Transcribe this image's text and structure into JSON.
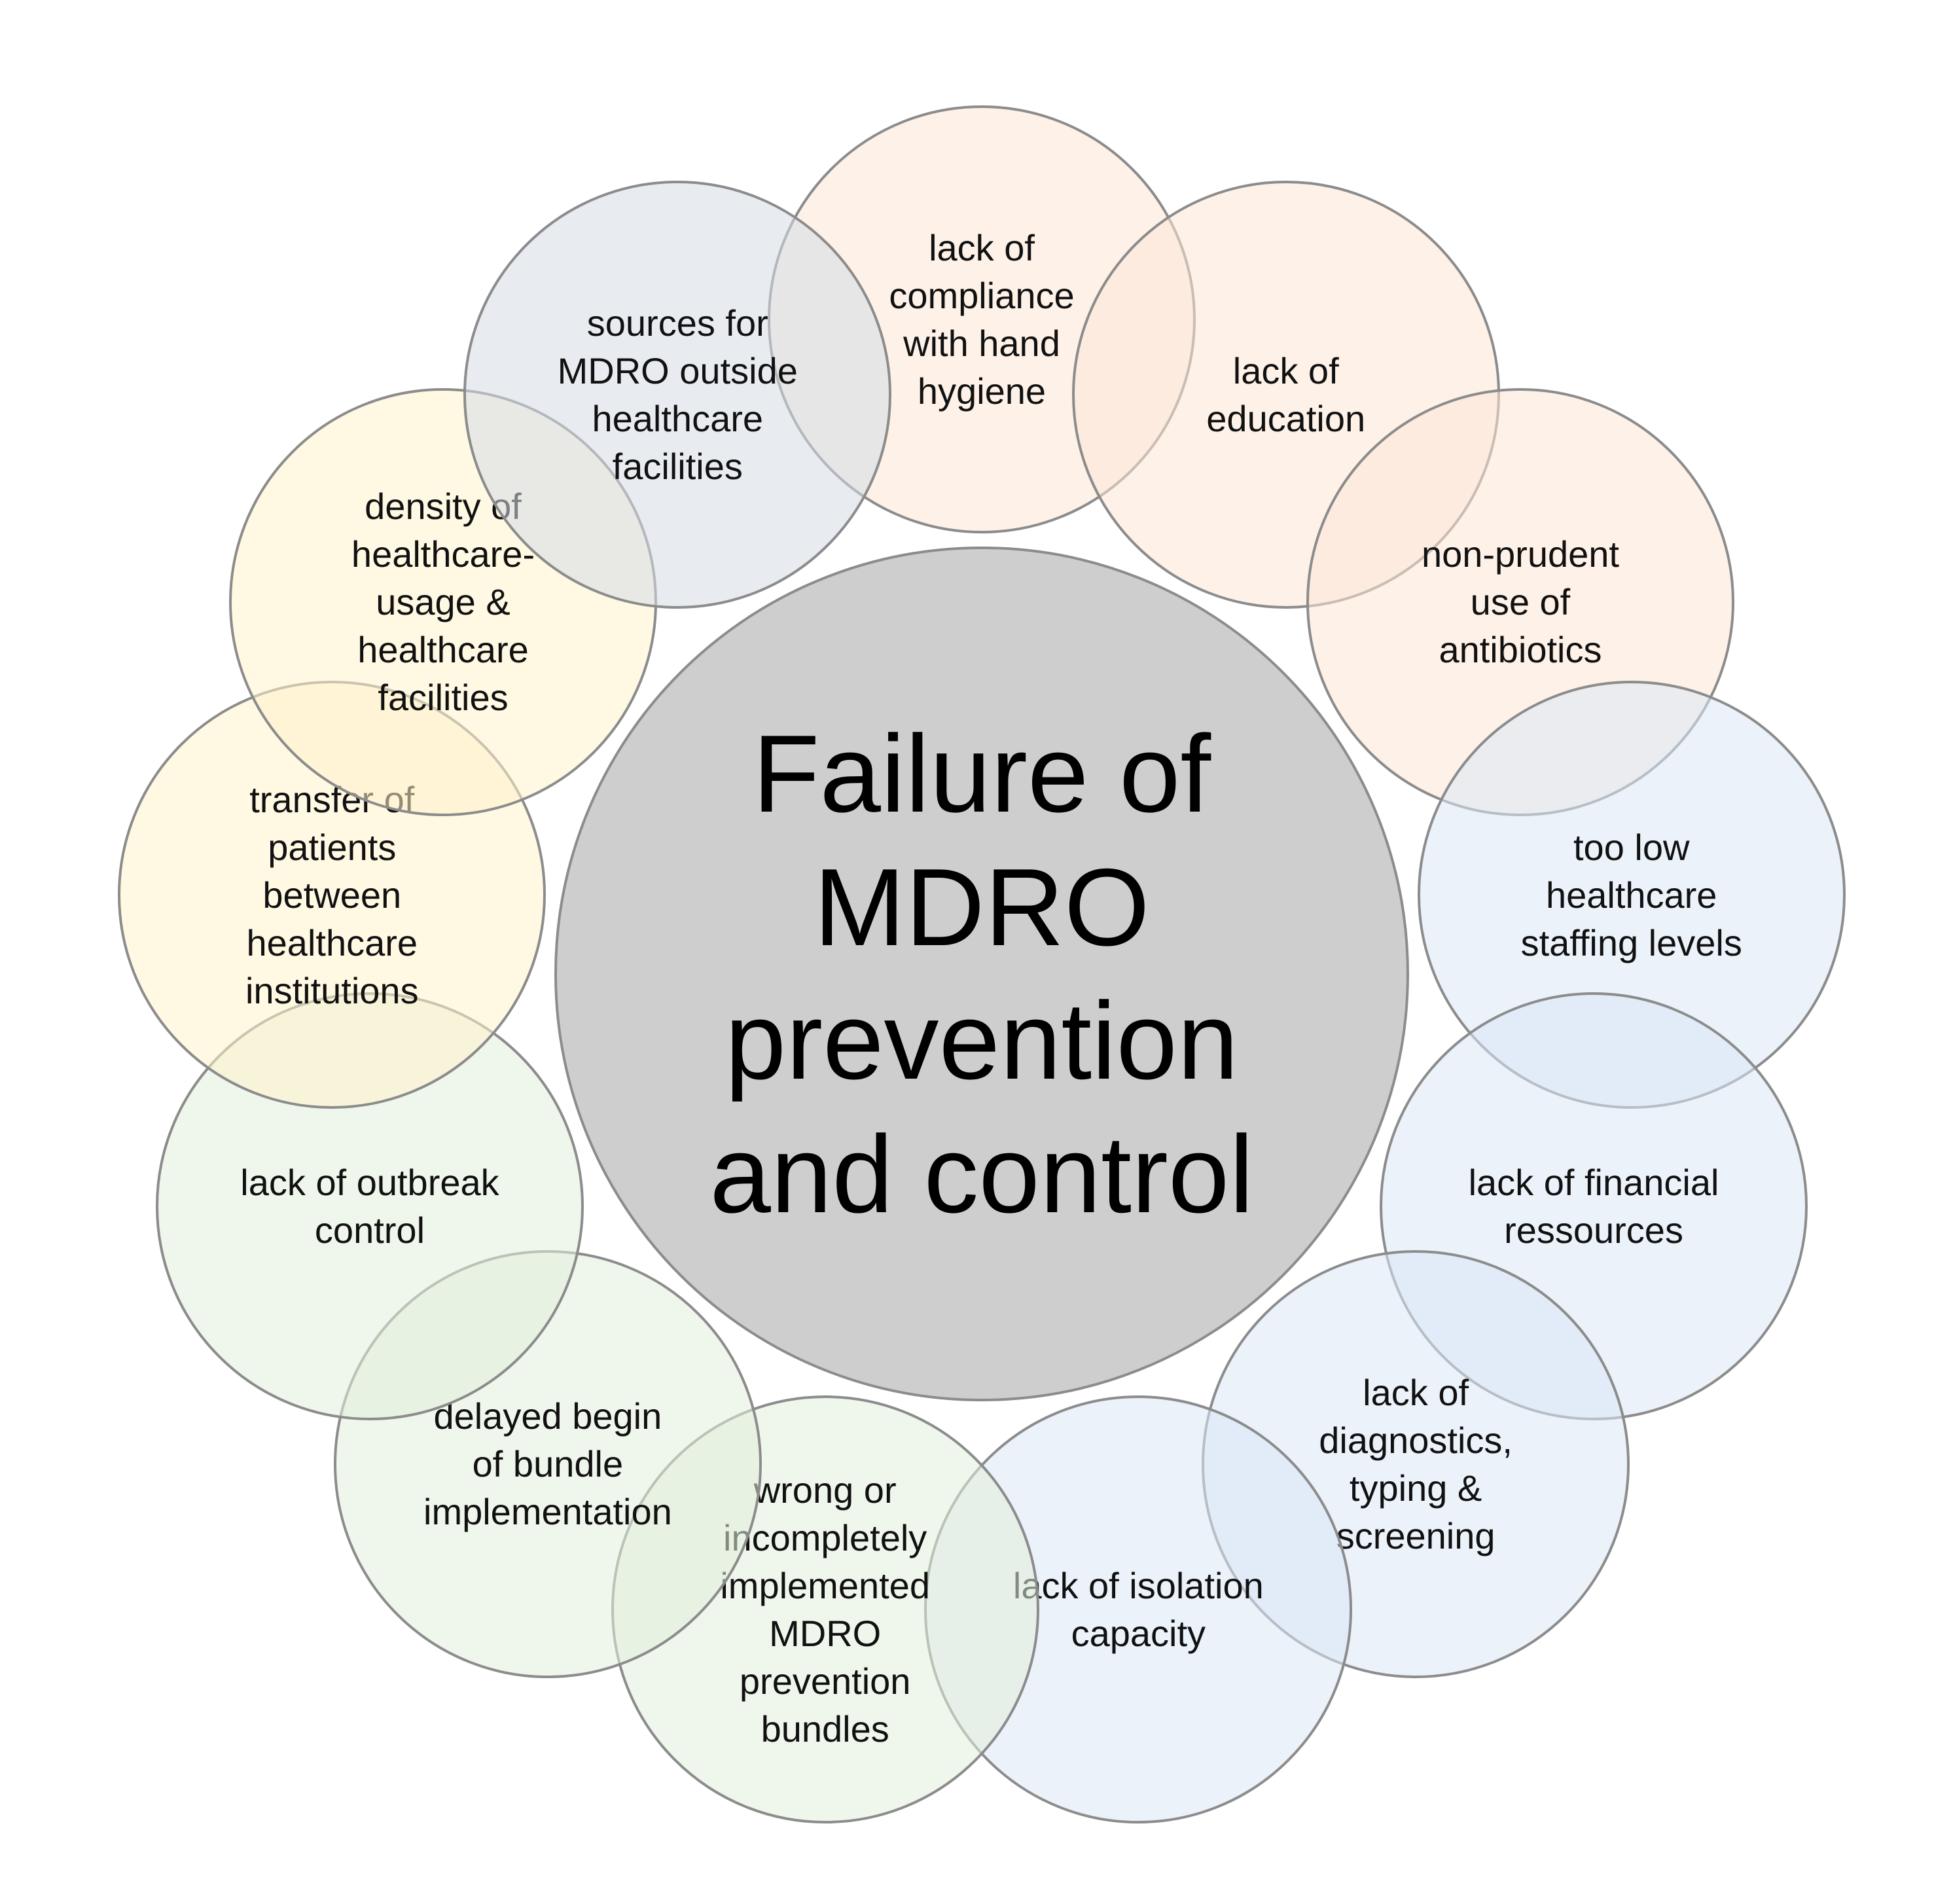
{
  "center": {
    "label": "Failure of\nMDRO\nprevention\nand control",
    "fill": "#cecece"
  },
  "factors": [
    {
      "id": "hand-hygiene",
      "label": "lack of\ncompliance\nwith hand\nhygiene",
      "fill": "#fbe5d6"
    },
    {
      "id": "education",
      "label": "lack of\neducation",
      "fill": "#fbe5d6"
    },
    {
      "id": "antibiotics",
      "label": "non-prudent\nuse of\nantibiotics",
      "fill": "#fbe5d6"
    },
    {
      "id": "staffing",
      "label": "too low\nhealthcare\nstaffing levels",
      "fill": "#dae8f5"
    },
    {
      "id": "financial",
      "label": "lack of financial\nressources",
      "fill": "#dae8f5"
    },
    {
      "id": "diagnostics",
      "label": "lack of\ndiagnostics,\ntyping &\nscreening",
      "fill": "#dae8f5"
    },
    {
      "id": "isolation",
      "label": "lack of isolation\ncapacity",
      "fill": "#dae8f5"
    },
    {
      "id": "bundles",
      "label": "wrong or\nincompletely\nimplemented\nMDRO\nprevention\nbundles",
      "fill": "#e2efda"
    },
    {
      "id": "delayed",
      "label": "delayed begin\nof bundle\nimplementation",
      "fill": "#e2efda"
    },
    {
      "id": "outbreak",
      "label": "lack of outbreak\ncontrol",
      "fill": "#e2efda"
    },
    {
      "id": "transfer",
      "label": "transfer of\npatients\nbetween\nhealthcare\ninstitutions",
      "fill": "#fff2cc"
    },
    {
      "id": "density",
      "label": "density of\nhealthcare-\nusage &\nhealthcare\nfacilities",
      "fill": "#fff2cc"
    },
    {
      "id": "outside-sources",
      "label": "sources for\nMDRO outside\nhealthcare\nfacilities",
      "fill": "#d6dce5"
    }
  ]
}
